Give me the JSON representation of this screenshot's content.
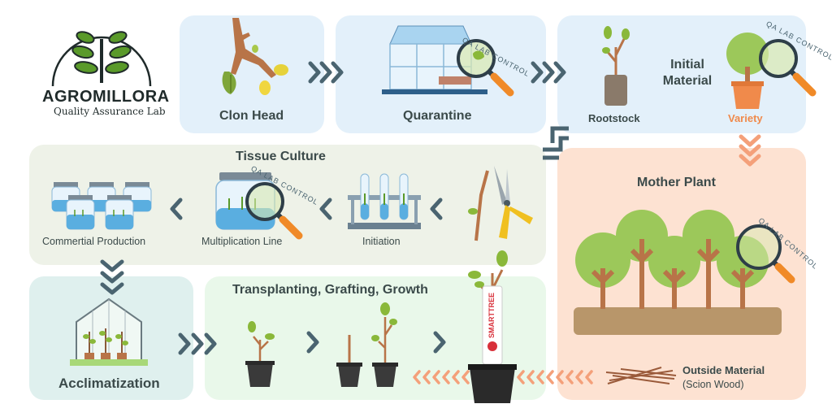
{
  "logo": {
    "name": "AGROMILLORA",
    "subtitle": "Quality Assurance Lab"
  },
  "stages": {
    "clon_head": "Clon Head",
    "quarantine": "Quarantine",
    "initial_material": "Initial Material",
    "rootstock": "Rootstock",
    "variety": "Variety",
    "mother_plant": "Mother Plant",
    "tissue_culture": "Tissue Culture",
    "commercial_production": "Commertial Production",
    "multiplication_line": "Multiplication Line",
    "initiation": "Initiation",
    "acclimatization": "Acclimatization",
    "transplanting": "Transplanting, Grafting, Growth",
    "outside_material": "Outside Material",
    "scion_wood": "(Scion Wood)"
  },
  "badges": {
    "qa_lab": "QA LAB CONTROL",
    "smarttree": "SMARTTREE"
  },
  "colors": {
    "text": "#3b4a4a",
    "arrow": "#4a6470",
    "orange_arrow": "#f4a07a",
    "variety": "#f08a4b",
    "magnifier_handle": "#f08a28"
  }
}
